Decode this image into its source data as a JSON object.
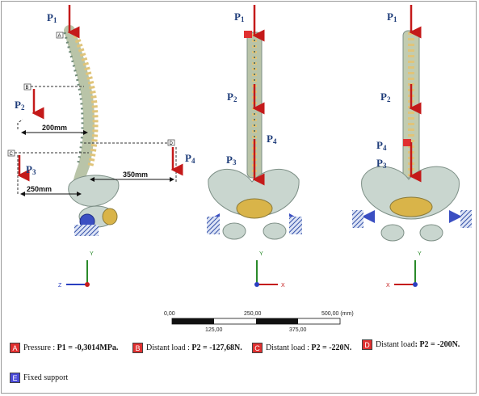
{
  "views": {
    "left": {
      "labels": {
        "p1": "P",
        "p1_sub": "1",
        "p2": "P",
        "p2_sub": "2",
        "p3": "P",
        "p3_sub": "3",
        "p4": "P",
        "p4_sub": "4"
      },
      "dimensions": {
        "d200": "200mm",
        "d350": "350mm",
        "d250": "250mm"
      },
      "tags": {
        "a": "A",
        "b": "B",
        "c": "C",
        "d": "D"
      },
      "axes": {
        "y": "Y",
        "z": "Z"
      }
    },
    "middle": {
      "labels": {
        "p1": "P",
        "p1_sub": "1",
        "p2": "P",
        "p2_sub": "2",
        "p3": "P",
        "p3_sub": "3",
        "p4": "P",
        "p4_sub": "4"
      },
      "axes": {
        "y": "Y",
        "x": "X"
      }
    },
    "right": {
      "labels": {
        "p1": "P",
        "p1_sub": "1",
        "p2": "P",
        "p2_sub": "2",
        "p3": "P",
        "p3_sub": "3",
        "p4": "P",
        "p4_sub": "4"
      },
      "axes": {
        "y": "Y",
        "x": "X"
      }
    }
  },
  "scale_bar": {
    "top_ticks": [
      "0,00",
      "250,00",
      "500,00 (mm)"
    ],
    "bottom_ticks": [
      "125,00",
      "375,00"
    ]
  },
  "legend": [
    {
      "key": "A",
      "color": "#e03030",
      "prefix": "Pressure : ",
      "value": "P1 = -0,3014MPa."
    },
    {
      "key": "B",
      "color": "#e03030",
      "prefix": "Distant load : ",
      "value": "P2 = -127,68N."
    },
    {
      "key": "C",
      "color": "#e03030",
      "prefix": "Distant load : ",
      "value": "P2 = -220N."
    },
    {
      "key": "D",
      "color": "#e03030",
      "prefix": "Distant load ",
      "value": ": P2 = -200N."
    },
    {
      "key": "E",
      "color": "#4a4ad8",
      "prefix": "Fixed support",
      "value": ""
    }
  ],
  "colors": {
    "arrow": "#c41a1a",
    "label": "#1f3d7a",
    "bone": "#c9d6cf",
    "support": "#3350a8"
  }
}
